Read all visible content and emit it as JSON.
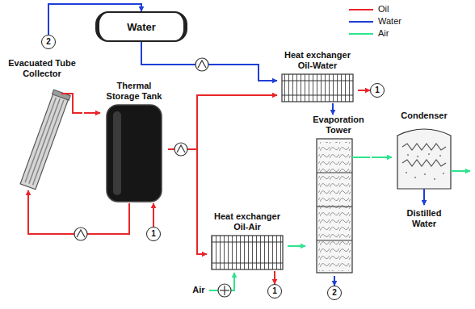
{
  "diagram": {
    "nodes": [
      {
        "text": [
          "Water"
        ]
      },
      {
        "text": [
          "2"
        ]
      },
      {
        "text": [
          "Evacuated Tube Collector"
        ]
      },
      {
        "text": [
          "Thermal Storage Tank"
        ]
      },
      {
        "text": [
          "1"
        ]
      },
      {
        "text": [
          "Heat exchanger Oil-Water"
        ]
      },
      {
        "text": [
          "1"
        ]
      },
      {
        "text": [
          "Evaporation Tower"
        ]
      },
      {
        "text": [
          "Condenser"
        ]
      },
      {
        "text": [
          "Heat exchanger Oil-Air"
        ]
      },
      {
        "text": [
          "2"
        ]
      },
      {
        "text": [
          "1"
        ]
      }
    ],
    "edges": [
      {
        "from": 1,
        "to": 0,
        "arrow": "to"
      },
      {
        "from": 0,
        "to": 5,
        "arrow": "to"
      },
      {
        "from": 2,
        "to": 3,
        "arrow": "to"
      },
      {
        "from": 3,
        "to": 2,
        "arrow": "to"
      },
      {
        "from": 4,
        "to": 3,
        "arrow": "to"
      },
      {
        "from": 3,
        "to": 5,
        "arrow": "to"
      },
      {
        "from": 3,
        "to": 9,
        "arrow": "to"
      },
      {
        "from": 5,
        "to": 6,
        "arrow": "to"
      },
      {
        "from": 5,
        "to": 7,
        "arrow": "to"
      },
      {
        "from": 9,
        "to": 7,
        "arrow": "to"
      },
      {
        "from": 9,
        "to": 11,
        "arrow": "to"
      },
      {
        "from": 7,
        "to": 8,
        "arrow": "to"
      },
      {
        "from": 7,
        "to": 10,
        "arrow": "to"
      }
    ],
    "labels": [
      "Distilled Water",
      "Air"
    ],
    "legend": [
      {
        "text": "Oil"
      },
      {
        "text": "Water"
      },
      {
        "text": "Air"
      }
    ]
  }
}
